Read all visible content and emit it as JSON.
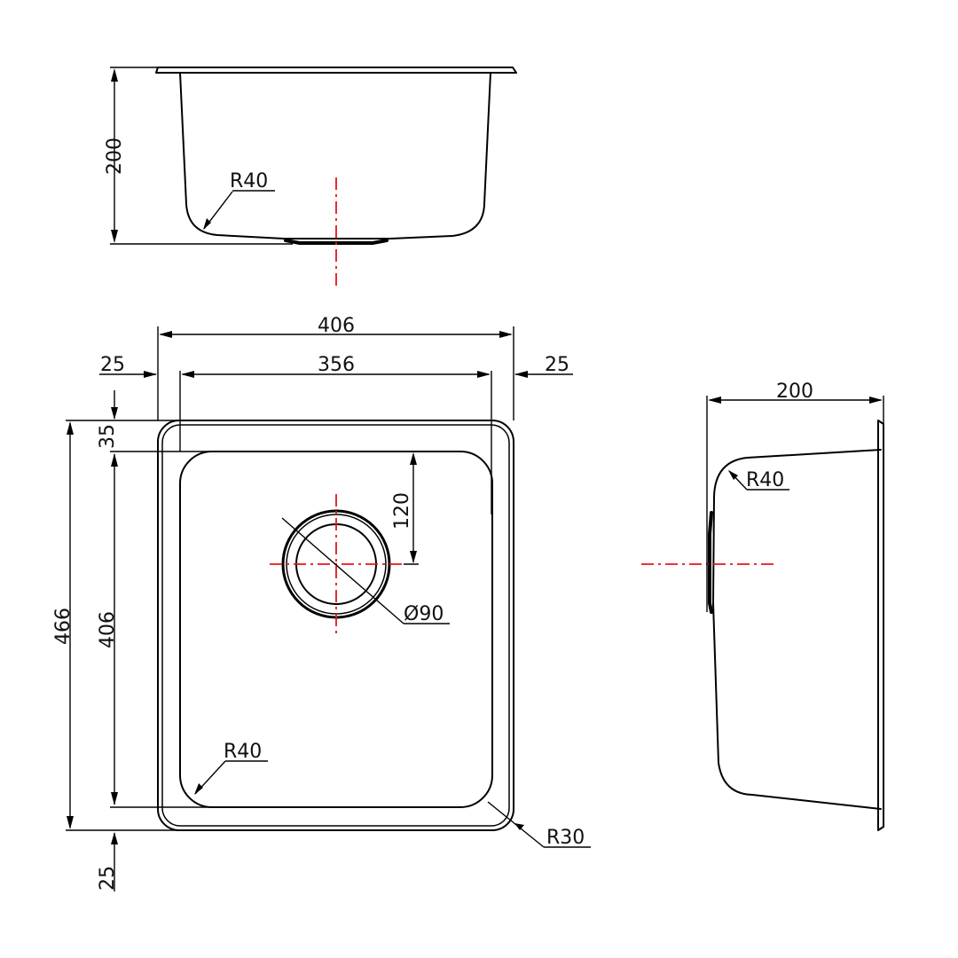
{
  "colors": {
    "line": "#000000",
    "centerline": "#e8141b",
    "background": "#ffffff"
  },
  "front_view": {
    "height_dim": "200",
    "corner_radius": "R40"
  },
  "plan_view": {
    "overall_width": "406",
    "bowl_width": "356",
    "left_margin": "25",
    "right_margin": "25",
    "overall_length": "466",
    "bowl_length": "406",
    "top_margin": "35",
    "bottom_margin": "25",
    "drain_offset": "120",
    "drain_diameter": "Ø90",
    "bowl_corner_radius": "R40",
    "rim_corner_radius": "R30"
  },
  "side_view": {
    "depth_dim": "200",
    "corner_radius": "R40"
  }
}
